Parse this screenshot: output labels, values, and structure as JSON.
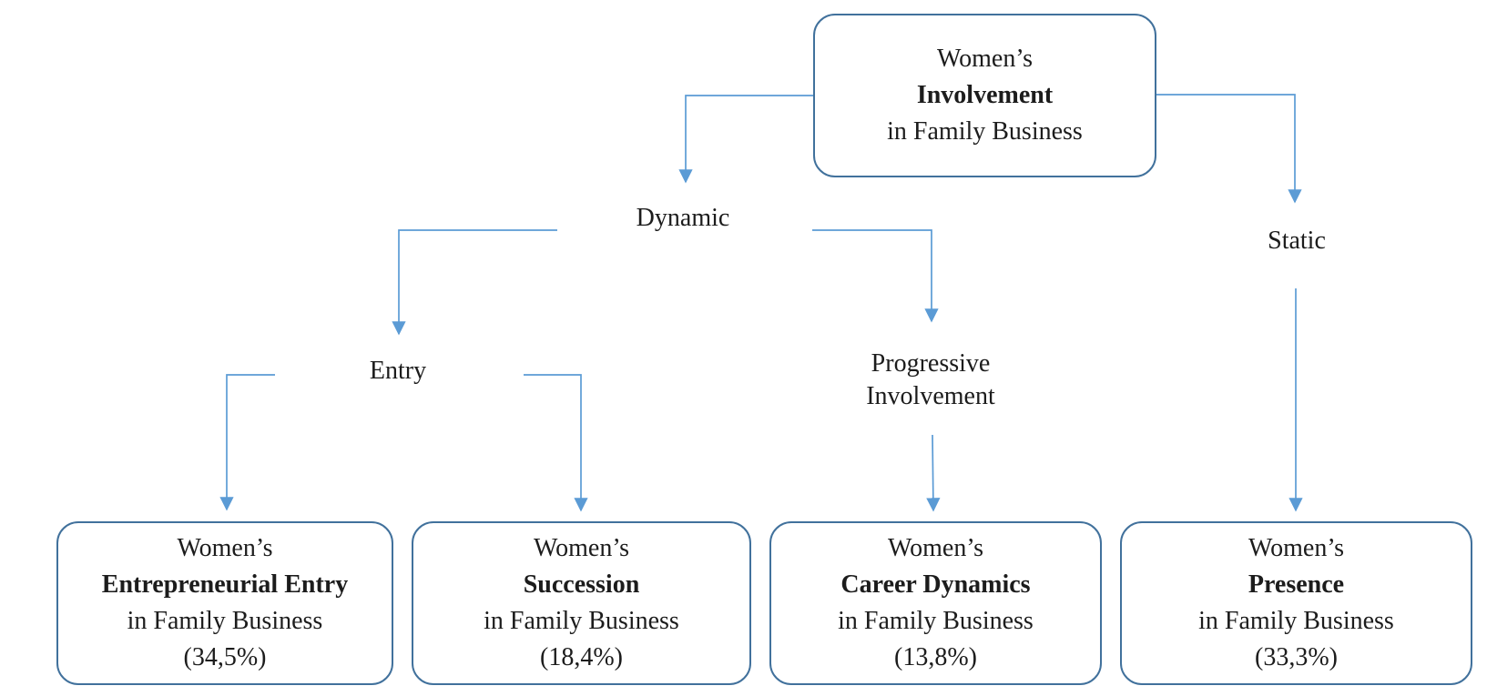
{
  "diagram": {
    "description": "Typology tree of women’s involvement in family business",
    "colors": {
      "box_border": "#41719C",
      "connector": "#5B9BD5",
      "text": "#1c1c1c",
      "background": "#ffffff"
    },
    "root": {
      "line1": "Women’s",
      "line2": "Involvement",
      "line3": "in Family Business"
    },
    "branch_labels": {
      "dynamic": "Dynamic",
      "static": "Static",
      "entry": "Entry",
      "progressive_line1": "Progressive",
      "progressive_line2": "Involvement"
    },
    "leaves": [
      {
        "line1": "Women’s",
        "line2": "Entrepreneurial Entry",
        "line3": "in Family Business",
        "pct": "(34,5%)"
      },
      {
        "line1": "Women’s",
        "line2": "Succession",
        "line3": "in Family Business",
        "pct": "(18,4%)"
      },
      {
        "line1": "Women’s",
        "line2": "Career Dynamics",
        "line3": "in Family Business",
        "pct": "(13,8%)"
      },
      {
        "line1": "Women’s",
        "line2": "Presence",
        "line3": "in Family Business",
        "pct": "(33,3%)"
      }
    ]
  }
}
